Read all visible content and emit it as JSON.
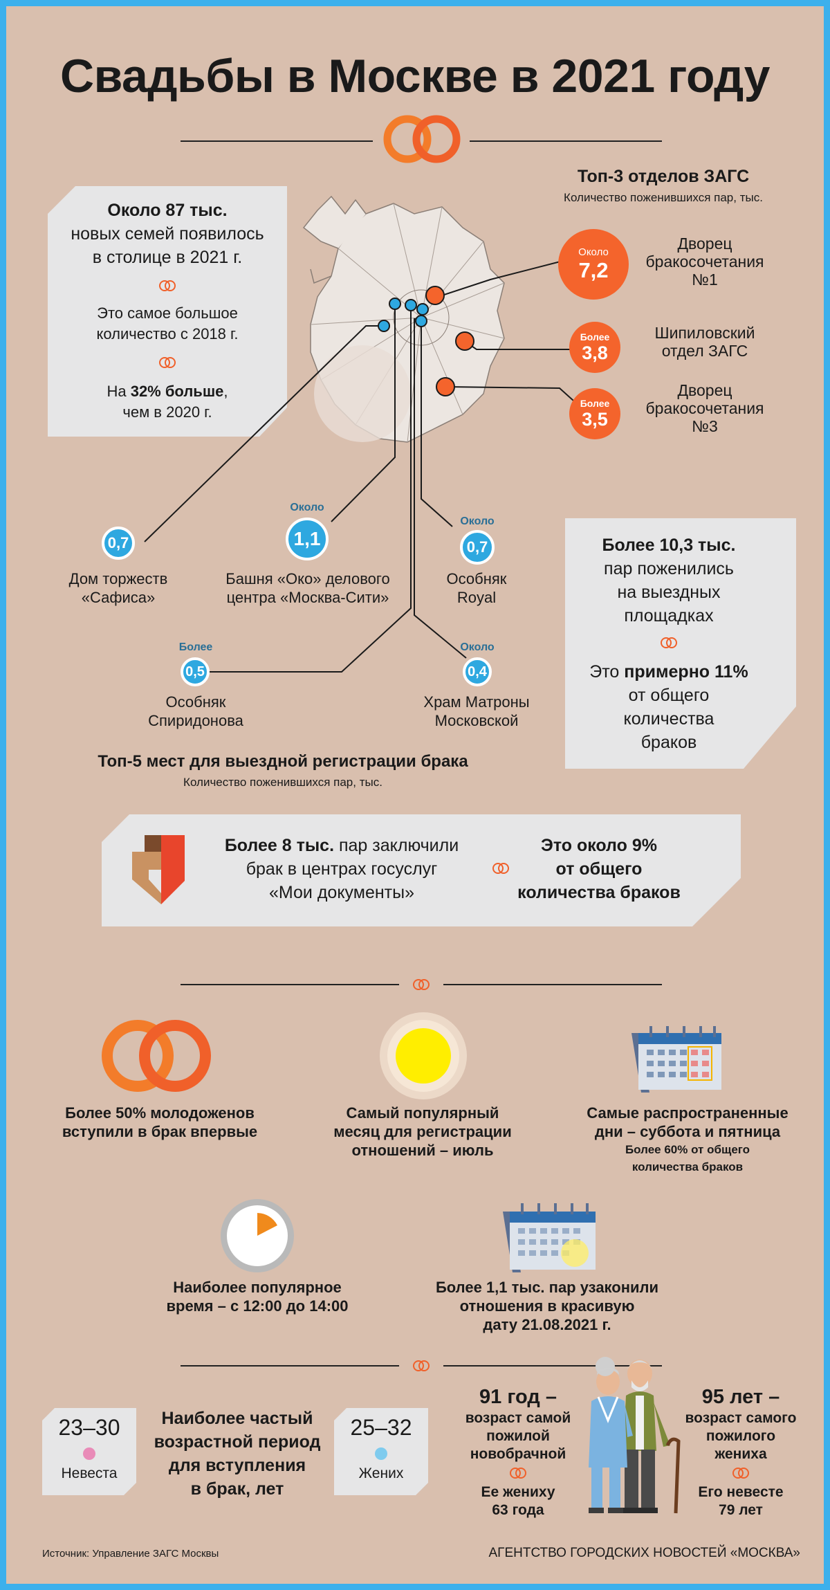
{
  "title": "Свадьбы в Москве в 2021 году",
  "intro": {
    "line1_bold": "Около 87 тыс.",
    "line2": "новых семей появилось",
    "line3": "в столице в 2021 г.",
    "fact1": "Это самое большое количество с 2018 г.",
    "fact2_pre": "На ",
    "fact2_bold": "32% больше",
    "fact2_post": ",",
    "fact2_line2": "чем в 2020 г."
  },
  "zags": {
    "title": "Топ-3 отделов ЗАГС",
    "subtitle": "Количество поженившихся пар, тыс.",
    "items": [
      {
        "qual": "Около",
        "value": "7,2",
        "name_l1": "Дворец",
        "name_l2": "бракосочетания",
        "name_l3": "№1"
      },
      {
        "qual": "Более",
        "value": "3,8",
        "name_l1": "Шипиловский",
        "name_l2": "отдел ЗАГС",
        "name_l3": ""
      },
      {
        "qual": "Более",
        "value": "3,5",
        "name_l1": "Дворец",
        "name_l2": "бракосочетания",
        "name_l3": "№3"
      }
    ]
  },
  "venues": {
    "title": "Топ-5 мест для выездной регистрации брака",
    "subtitle": "Количество поженившихся пар, тыс.",
    "items": [
      {
        "qual": "",
        "value": "0,7",
        "l1": "Дом торжеств",
        "l2": "«Сафиса»"
      },
      {
        "qual": "Около",
        "value": "1,1",
        "l1": "Башня «Око» делового",
        "l2": "центра «Москва-Сити»"
      },
      {
        "qual": "Около",
        "value": "0,7",
        "l1": "Особняк",
        "l2": "Royal"
      },
      {
        "qual": "Более",
        "value": "0,5",
        "l1": "Особняк",
        "l2": "Спиридонова"
      },
      {
        "qual": "Около",
        "value": "0,4",
        "l1": "Храм Матроны",
        "l2": "Московской"
      }
    ]
  },
  "onsite": {
    "l1_bold": "Более 10,3 тыс.",
    "l2": "пар поженились",
    "l3": "на выездных",
    "l4": "площадках",
    "l5_pre": "Это ",
    "l5_bold": "примерно 11%",
    "l6": "от общего",
    "l7": "количества",
    "l8": "браков"
  },
  "mfc": {
    "l1_bold": "Более 8 тыс.",
    "l1_rest": " пар заключили",
    "l2": "брак в центрах госуслуг",
    "l3": "«Мои документы»",
    "r1": "Это около 9%",
    "r2": "от общего",
    "r3": "количества браков"
  },
  "facts": {
    "first": {
      "l1": "Более 50% молодоженов",
      "l2": "вступили в брак впервые"
    },
    "month": {
      "l1": "Самый популярный",
      "l2": "месяц для регистрации",
      "l3": "отношений – июль"
    },
    "days": {
      "l1": "Самые распространенные",
      "l2": "дни – суббота и пятница",
      "s1": "Более 60% от общего",
      "s2": "количества браков"
    },
    "time": {
      "l1": "Наиболее популярное",
      "l2": "время – с 12:00 до 14:00"
    },
    "date": {
      "l1": "Более 1,1 тыс. пар узаконили",
      "l2": "отношения в красивую",
      "l3": "дату 21.08.2021 г."
    }
  },
  "age": {
    "bride": {
      "range": "23–30",
      "label": "Невеста",
      "dot": "#e98bb8"
    },
    "groom": {
      "range": "25–32",
      "label": "Жених",
      "dot": "#7fcbee"
    },
    "middle": {
      "l1": "Наиболее частый",
      "l2": "возрастной период",
      "l3": "для вступления",
      "l4": "в брак, лет"
    },
    "oldest_bride": {
      "h": "91 год –",
      "l1": "возраст самой",
      "l2": "пожилой",
      "l3": "новобрачной",
      "s1": "Ее жениху",
      "s2": "63 года"
    },
    "oldest_groom": {
      "h": "95 лет –",
      "l1": "возраст самого",
      "l2": "пожилого",
      "l3": "жениха",
      "s1": "Его невесте",
      "s2": "79 лет"
    }
  },
  "footer": {
    "source": "Источник: Управление ЗАГС Москвы",
    "agency": "АГЕНТСТВО ГОРОДСКИХ НОВОСТЕЙ «МОСКВА»"
  },
  "colors": {
    "accent": "#f4642c",
    "blue": "#2ea8e0",
    "bg": "#d9bfae",
    "box": "#e6e6e7",
    "border": "#3cb0ec"
  }
}
